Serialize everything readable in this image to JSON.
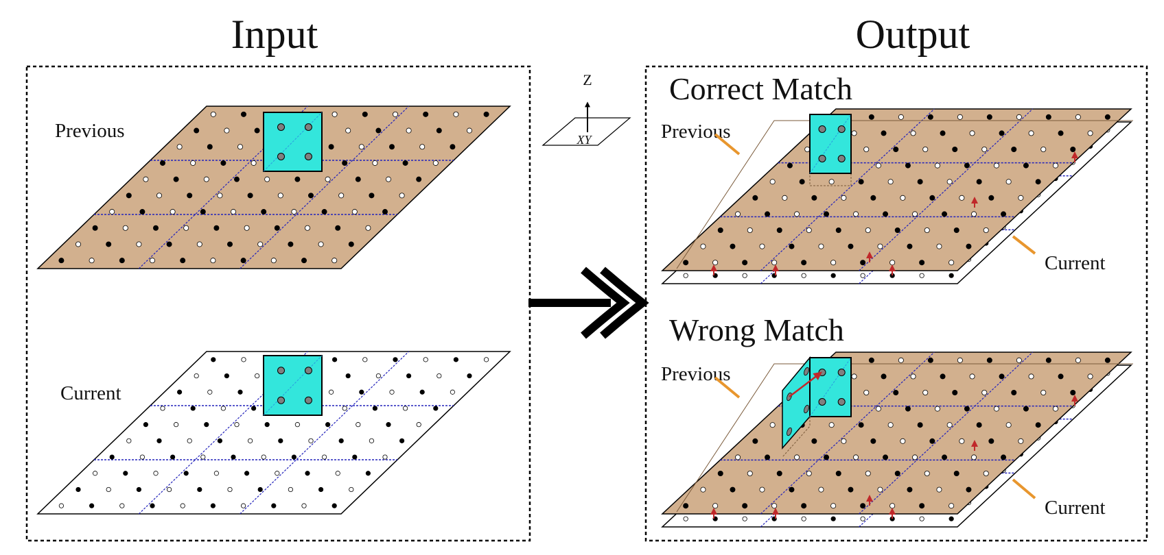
{
  "input_panel": {
    "title": "Input",
    "previous_label": "Previous",
    "current_label": "Current"
  },
  "output_panel": {
    "title": "Output",
    "correct_match": {
      "title": "Correct Match",
      "previous_label": "Previous",
      "current_label": "Current"
    },
    "wrong_match": {
      "title": "Wrong Match",
      "previous_label": "Previous",
      "current_label": "Current"
    }
  },
  "axis_legend": {
    "z_label": "Z",
    "plane_label": "XY"
  },
  "colors": {
    "previous_plane": "#d2b08e",
    "current_plane": "#ffffff",
    "patch": "#33e6dc",
    "patch_point": "#808080",
    "grid_line": "#2222bb",
    "leader_line": "#e8962e",
    "match_arrow": "#c0282a"
  },
  "grid": {
    "rows": 3,
    "cols": 3,
    "point_rows": 10,
    "point_cols": 10
  }
}
